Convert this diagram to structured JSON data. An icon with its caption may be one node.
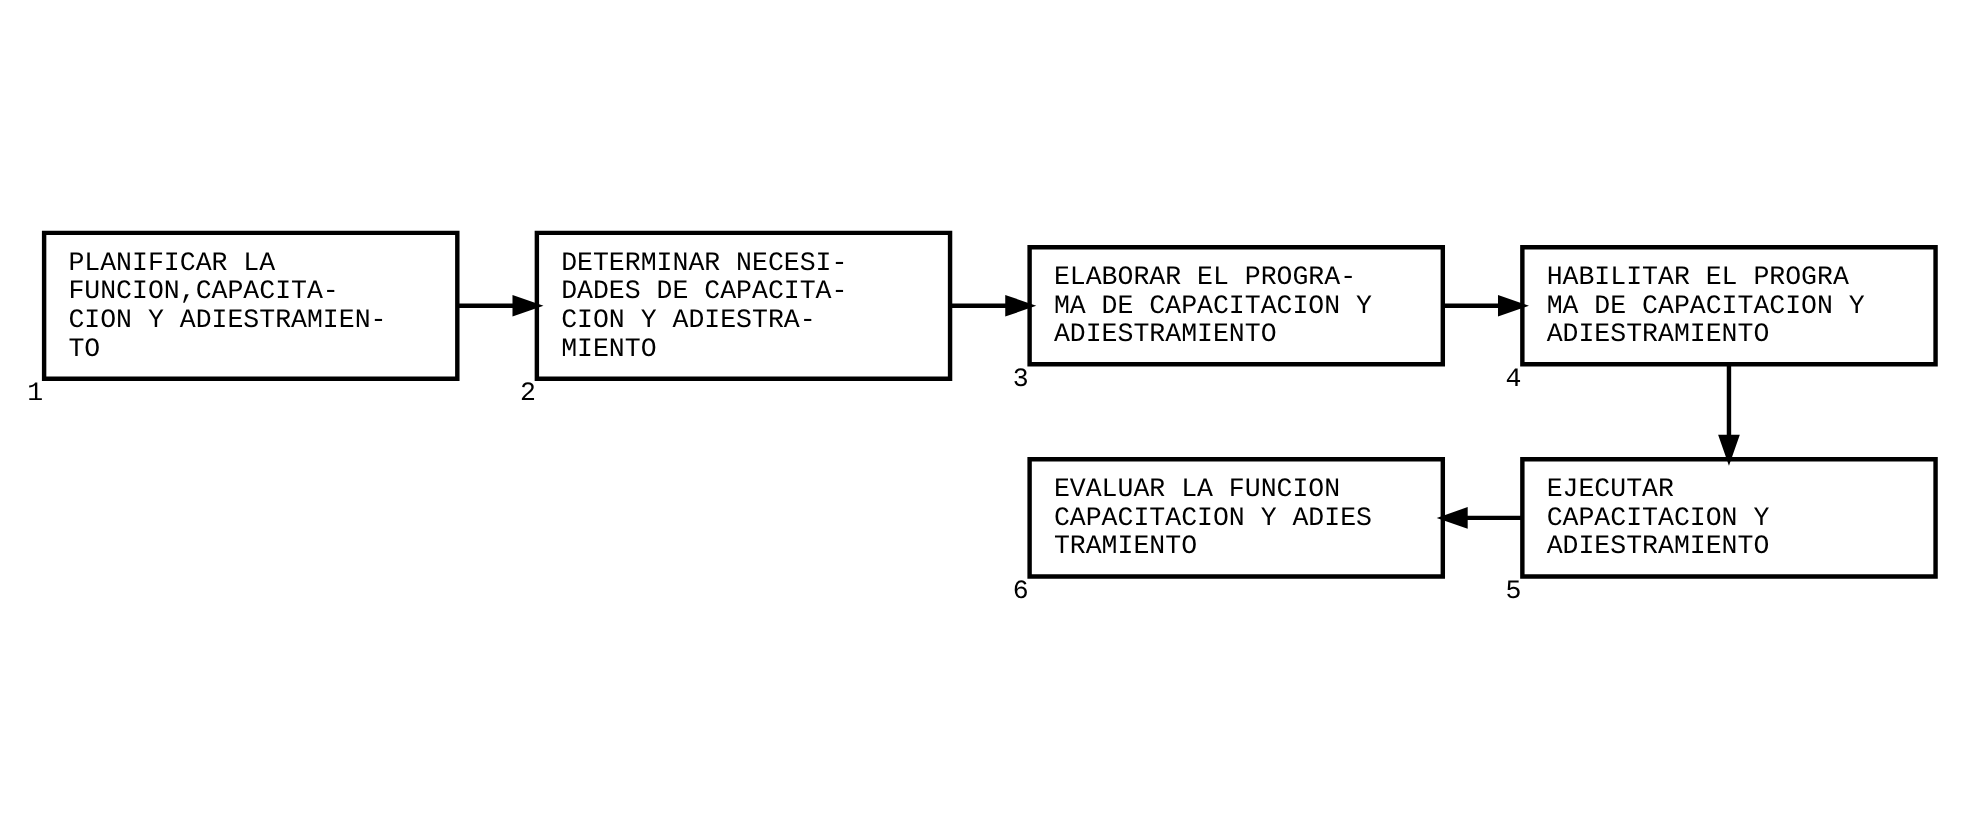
{
  "diagram": {
    "nodes": [
      {
        "text": [
          "PLANIFICAR LA FUNCION,CAPACITA- CION Y ADIESTRAMIEN- TO"
        ],
        "beside": [
          "1"
        ]
      },
      {
        "text": [
          "DETERMINAR NECESI- DADES DE CAPACITA- CION Y ADIESTRA- MIENTO"
        ],
        "beside": [
          "2"
        ]
      },
      {
        "text": [
          "ELABORAR EL PROGRA- MA DE CAPACITACION Y ADIESTRAMIENTO"
        ],
        "beside": [
          "3"
        ]
      },
      {
        "text": [
          "HABILITAR EL PROGRA MA DE CAPACITACION Y ADIESTRAMIENTO"
        ],
        "beside": [
          "4"
        ]
      },
      {
        "text": [
          "EVALUAR LA FUNCION CAPACITACION Y ADIES TRAMIENTO"
        ],
        "beside": [
          "6"
        ]
      },
      {
        "text": [
          "EJECUTAR CAPACITACION Y ADIESTRAMIENTO"
        ],
        "beside": [
          "5"
        ]
      }
    ],
    "edges": [
      {
        "from": 0,
        "to": 1,
        "arrow": "to"
      },
      {
        "from": 1,
        "to": 2,
        "arrow": "to"
      },
      {
        "from": 2,
        "to": 3,
        "arrow": "to"
      },
      {
        "from": 3,
        "to": 5,
        "arrow": "to"
      },
      {
        "from": 5,
        "to": 4,
        "arrow": "to"
      }
    ]
  }
}
